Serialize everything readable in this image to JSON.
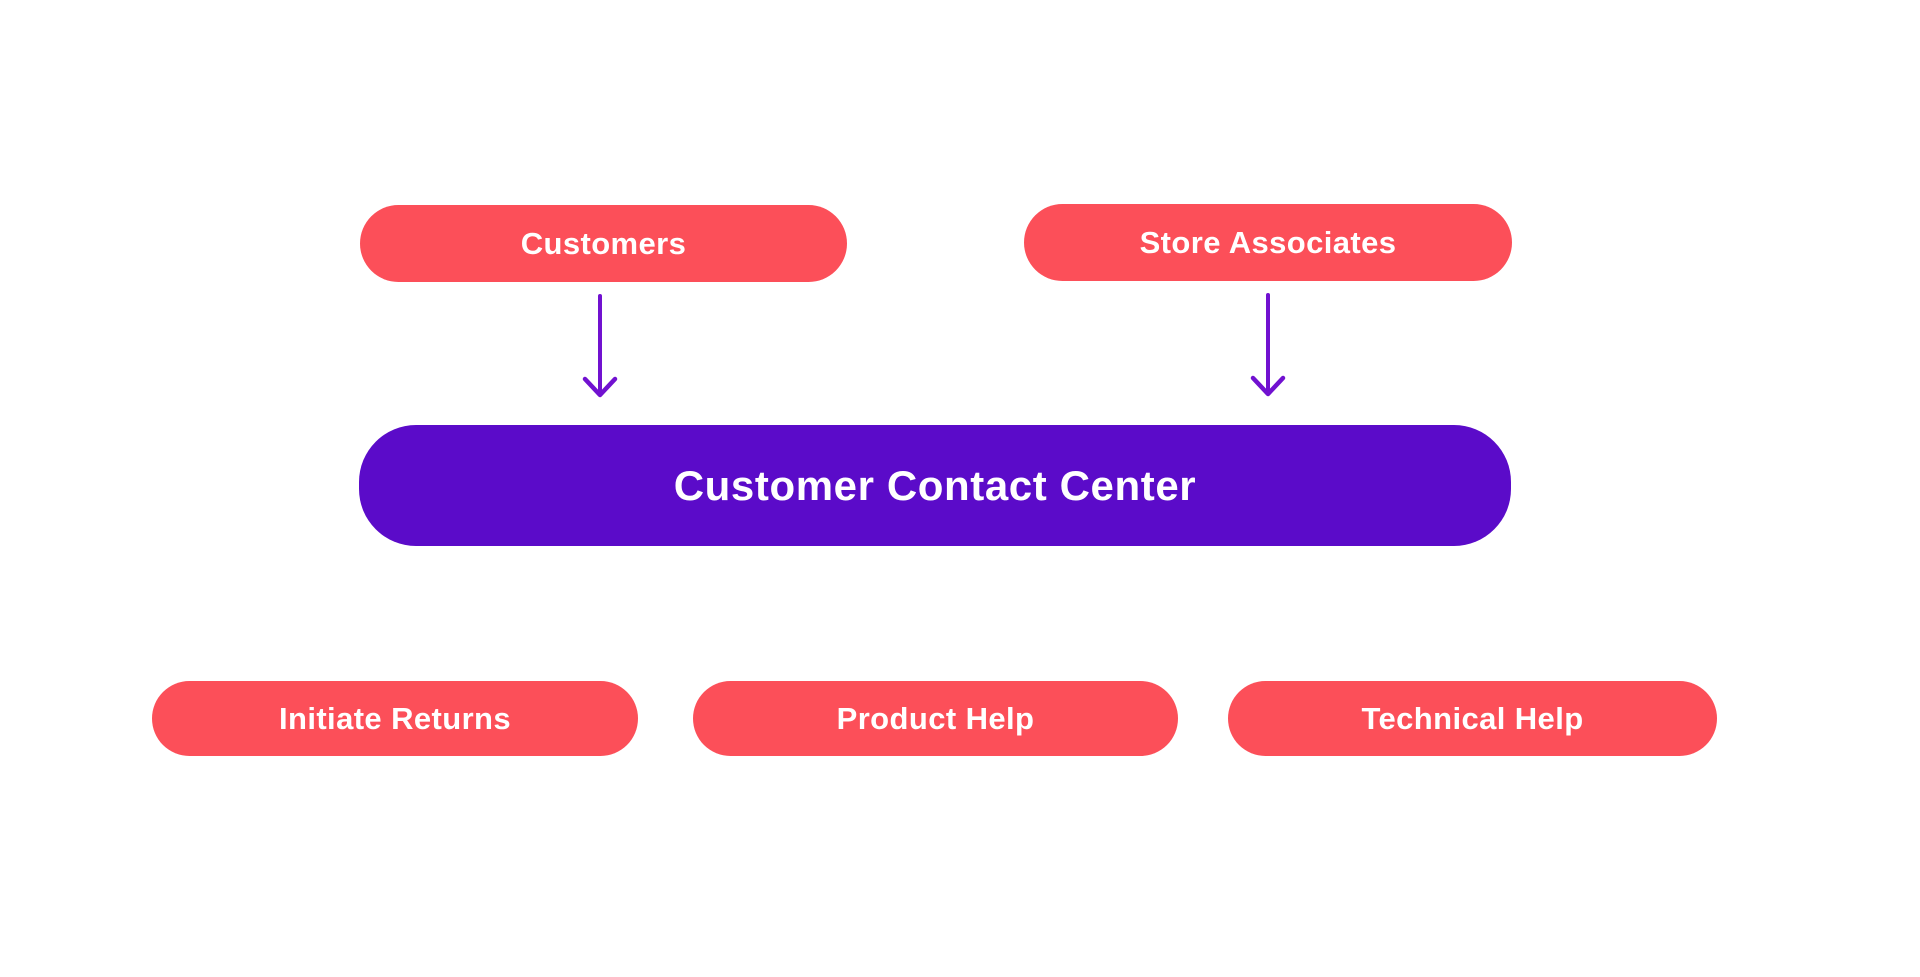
{
  "diagram": {
    "colors": {
      "source_node": "#FC4F59",
      "function_node": "#FC4F59",
      "center_node": "#5B0BC9",
      "arrow": "#7111D0",
      "node_text": "#FFFFFF",
      "background": "#FFFFFF"
    },
    "sources": [
      {
        "label": "Customers"
      },
      {
        "label": "Store Associates"
      }
    ],
    "center": {
      "label": "Customer Contact Center"
    },
    "functions": [
      {
        "label": "Initiate Returns"
      },
      {
        "label": "Product Help"
      },
      {
        "label": "Technical Help"
      }
    ],
    "connectors": [
      {
        "from": "Customers",
        "to": "Customer Contact Center"
      },
      {
        "from": "Store Associates",
        "to": "Customer Contact Center"
      }
    ]
  }
}
